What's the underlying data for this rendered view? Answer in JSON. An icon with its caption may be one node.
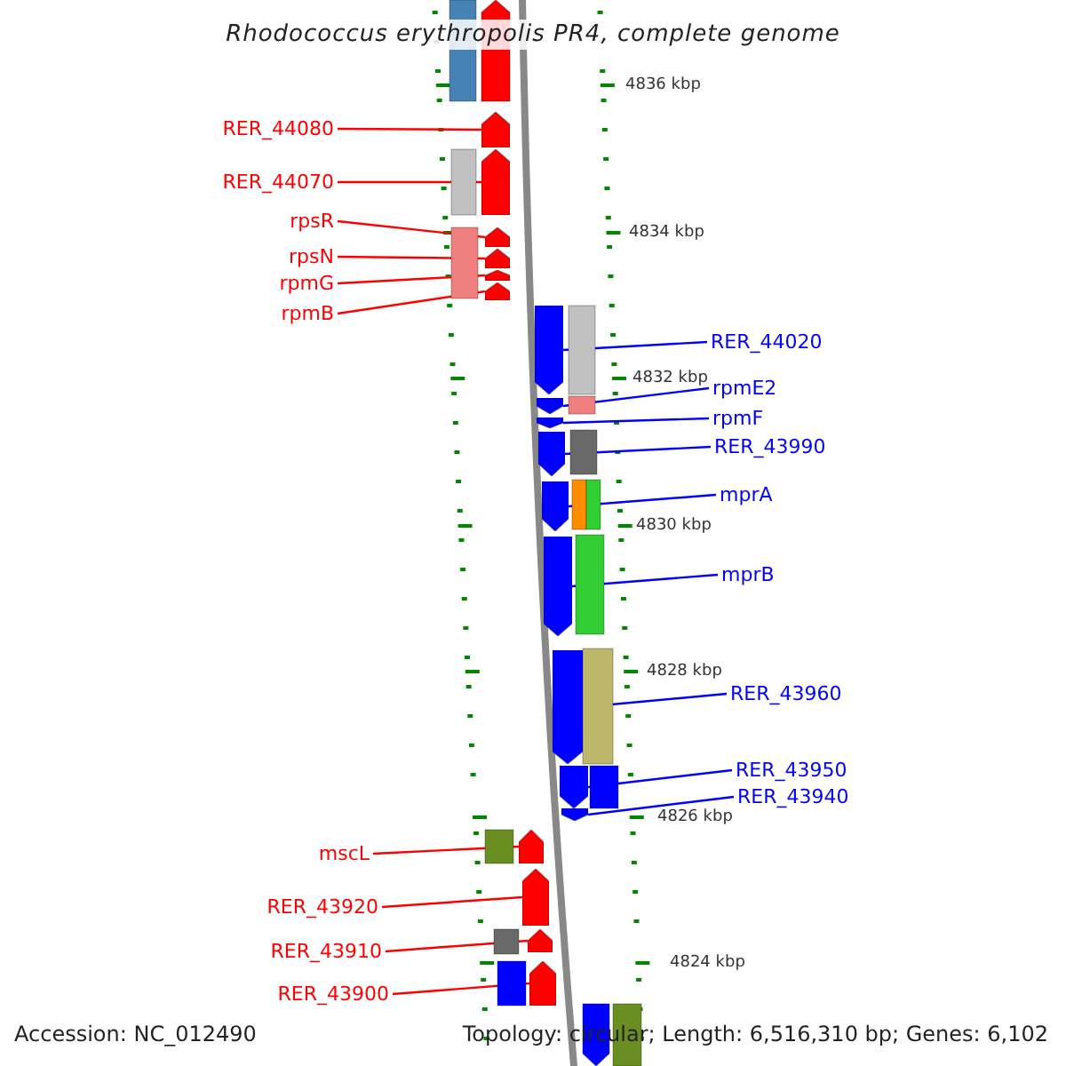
{
  "diagram": {
    "title": "Rhodococcus erythropolis PR4, complete genome",
    "nodes": [
      {
        "text": [
          "RER_44080"
        ]
      },
      {
        "text": [],
        "shape": "arrow"
      },
      {
        "text": [
          "RER_44070"
        ]
      },
      {
        "text": [],
        "shape": "arrow"
      },
      {
        "text": [
          "rpsR"
        ]
      },
      {
        "text": [],
        "shape": "arrow"
      },
      {
        "text": [
          "rpsN"
        ]
      },
      {
        "text": [],
        "shape": "arrow"
      },
      {
        "text": [
          "rpmG"
        ]
      },
      {
        "text": [],
        "shape": "arrow"
      },
      {
        "text": [
          "rpmB"
        ]
      },
      {
        "text": [],
        "shape": "arrow"
      },
      {
        "text": [
          "RER_44020"
        ]
      },
      {
        "text": [],
        "shape": "arrow"
      },
      {
        "text": [
          "rpmE2"
        ]
      },
      {
        "text": [],
        "shape": "arrow"
      },
      {
        "text": [
          "rpmF"
        ]
      },
      {
        "text": [],
        "shape": "arrow"
      },
      {
        "text": [
          "RER_43990"
        ]
      },
      {
        "text": [],
        "shape": "arrow"
      },
      {
        "text": [
          "mprA"
        ]
      },
      {
        "text": [],
        "shape": "arrow"
      },
      {
        "text": [
          "mprB"
        ]
      },
      {
        "text": [],
        "shape": "arrow"
      },
      {
        "text": [
          "RER_43960"
        ]
      },
      {
        "text": [],
        "shape": "arrow"
      },
      {
        "text": [
          "RER_43950"
        ]
      },
      {
        "text": [],
        "shape": "arrow"
      },
      {
        "text": [
          "RER_43940"
        ]
      },
      {
        "text": [],
        "shape": "arrow"
      },
      {
        "text": [
          "mscL"
        ]
      },
      {
        "text": [],
        "shape": "arrow"
      },
      {
        "text": [
          "RER_43920"
        ]
      },
      {
        "text": [],
        "shape": "arrow"
      },
      {
        "text": [
          "RER_43910"
        ]
      },
      {
        "text": [],
        "shape": "arrow"
      },
      {
        "text": [
          "RER_43900"
        ]
      },
      {
        "text": [],
        "shape": "arrow"
      }
    ],
    "edges": [
      {
        "from": 0,
        "to": 1,
        "arrow": "none"
      },
      {
        "from": 2,
        "to": 3,
        "arrow": "none"
      },
      {
        "from": 4,
        "to": 5,
        "arrow": "none"
      },
      {
        "from": 6,
        "to": 7,
        "arrow": "none"
      },
      {
        "from": 8,
        "to": 9,
        "arrow": "none"
      },
      {
        "from": 10,
        "to": 11,
        "arrow": "none"
      },
      {
        "from": 12,
        "to": 13,
        "arrow": "none",
        "color": "#0000ff"
      },
      {
        "from": 14,
        "to": 15,
        "arrow": "none",
        "color": "#0000ff"
      },
      {
        "from": 16,
        "to": 17,
        "arrow": "none",
        "color": "#0000ff"
      },
      {
        "from": 18,
        "to": 19,
        "arrow": "none",
        "color": "#0000ff"
      },
      {
        "from": 20,
        "to": 21,
        "arrow": "none",
        "color": "#0000ff"
      },
      {
        "from": 22,
        "to": 23,
        "arrow": "none",
        "color": "#0000ff"
      },
      {
        "from": 24,
        "to": 25,
        "arrow": "none",
        "color": "#0000ff"
      },
      {
        "from": 26,
        "to": 27,
        "arrow": "none",
        "color": "#0000ff"
      },
      {
        "from": 28,
        "to": 29,
        "arrow": "none",
        "color": "#0000ff"
      },
      {
        "from": 30,
        "to": 31,
        "arrow": "none"
      },
      {
        "from": 32,
        "to": 33,
        "arrow": "none"
      },
      {
        "from": 34,
        "to": 35,
        "arrow": "none"
      },
      {
        "from": 36,
        "to": 37,
        "arrow": "none"
      }
    ],
    "labels": [
      "4836 kbp",
      "4834 kbp",
      "4832 kbp",
      "4830 kbp",
      "4828 kbp",
      "4826 kbp",
      "4824 kbp",
      "Accession: NC_012490",
      "Topology: circular; Length: 6,516,310 bp; Genes: 6,102"
    ]
  }
}
